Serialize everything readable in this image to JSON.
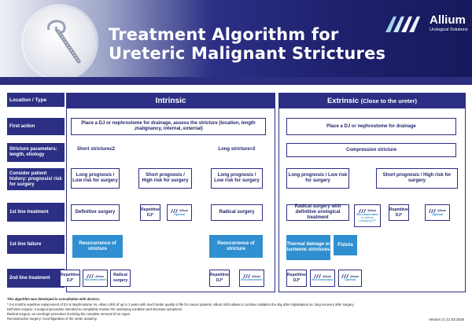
{
  "header": {
    "title_line1": "Treatment Algorithm for",
    "title_line2": "Ureteric Malignant Strictures",
    "brand_name": "Allium",
    "brand_sub": "Urological Solutions"
  },
  "labels": {
    "location_type": "Location / Type",
    "first_action": "First action",
    "stricture_params": "Stricture parameters: length, etiology",
    "consider_history": "Consider patient history: prognosis/ risk for surgery",
    "first_line_treatment": "1st line treatment",
    "first_line_failure": "1st line failure",
    "second_line_treatment": "2nd line treatment"
  },
  "intrinsic": {
    "title": "Intrinsic",
    "first_action": "Place a DJ or nephrostome for drainage, assess the stricture (location, length ,malignancy, internal, external)",
    "short_stricture": "Short stricture≤2",
    "long_stricture": "Long stricture>2",
    "long_prognosis_a": "Long prognosis / Low risk for surgery",
    "short_prognosis": "Short prognosis / High risk for surgery",
    "long_prognosis_b": "Long prognosis / Low risk for surgery",
    "definitive_surgery": "Definitive surgery",
    "repetitive_dj": "Repetitive DJ*",
    "optimal": "Optimal",
    "radical_surgery": "Radical surgery",
    "reoccurrence_a": "Reoccurrence of stricture",
    "reoccurrence_b": "Reoccurrence of stricture",
    "second_repetitive_a": "Repetitive DJ*",
    "recommended": "Recommended",
    "radical_surgery_b": "Radical surgery",
    "second_repetitive_b": "Repetitive DJ*",
    "recommended_b": "Recommended"
  },
  "extrinsic": {
    "title": "Extrinsic",
    "title_suffix": "(Close to the ureter)",
    "first_action": "Place a DJ or nephrostome for drainage",
    "compression": "Compression stricture",
    "long_prognosis": "Long prognosis / Low risk for surgery",
    "short_prognosis": "Short prognosis / High risk for surgery",
    "radical_definitive": "Radical surgery with definitive urological treatment",
    "recommended_ttt": "Recommended",
    "recommended_ttt_sub": "for patients undergoing RT",
    "repetitive_dj": "Repetitive DJ*",
    "optimal": "Optimal",
    "thermal_damage": "Thermal damage or ischemic strictures",
    "fistula": "Fistula",
    "second_repetitive": "Repetitive DJ*",
    "recommended": "Recommended",
    "optimal_b": "Optimal"
  },
  "mini_logo": "Allium",
  "footer": {
    "line1": "This algorithm was developed in consultation with doctors.",
    "line2": "* 2-6 months repetitive replacement of DJ or Nephrostome Vs. Allium URS of up to 3 years with much better quality of life for cancer patients. Allium URS allows to continue radiation the day after implantation vs. long recovery after surgery.",
    "line3": "Definitive surgery: a surgical procedure intended to completely resolve the underlying condition and eliminate symptoms.",
    "line4": "Radical surgery: an oncologic procedure involving the complete removal of an organ.",
    "line5": "Reconstructive surgery: reconfiguration of the ureter anatomy.",
    "version": "Version 3 | 12.03.2025"
  },
  "colors": {
    "navy": "#2c2f84",
    "blue": "#2f8fd0"
  }
}
